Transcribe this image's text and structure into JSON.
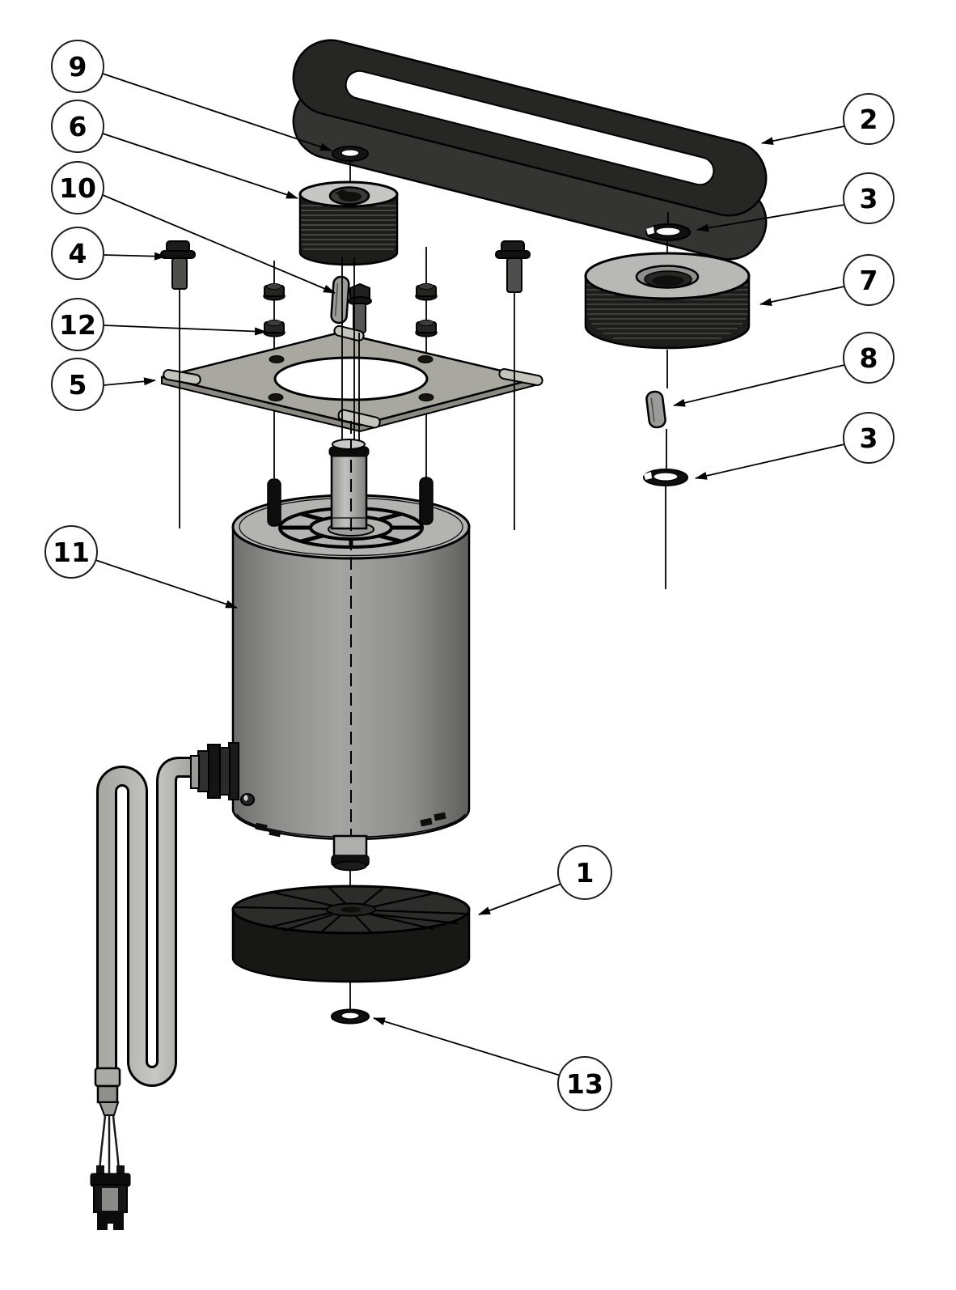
{
  "figure": {
    "type": "exploded-assembly-diagram",
    "background_color": "#ffffff",
    "line_color": "#000000",
    "callouts": [
      {
        "number": "9",
        "part": "shaft-washer-top"
      },
      {
        "number": "6",
        "part": "motor-pulley"
      },
      {
        "number": "10",
        "part": "pulley-key"
      },
      {
        "number": "4",
        "part": "flange-bolt"
      },
      {
        "number": "12",
        "part": "flange-nut"
      },
      {
        "number": "5",
        "part": "mounting-plate"
      },
      {
        "number": "11",
        "part": "motor"
      },
      {
        "number": "2",
        "part": "drive-belt"
      },
      {
        "number": "3",
        "part": "retaining-ring-upper"
      },
      {
        "number": "7",
        "part": "driven-pulley"
      },
      {
        "number": "8",
        "part": "driven-pulley-key"
      },
      {
        "number": "3",
        "part": "retaining-ring-lower"
      },
      {
        "number": "1",
        "part": "fan"
      },
      {
        "number": "13",
        "part": "shaft-washer-bottom"
      }
    ],
    "colors": {
      "belt": "#262624",
      "dark_part": "#1d1d1b",
      "plate": "#a9a8a0",
      "metal_light": "#b3b3b1",
      "motor_gray": "#8e8e8c"
    }
  }
}
